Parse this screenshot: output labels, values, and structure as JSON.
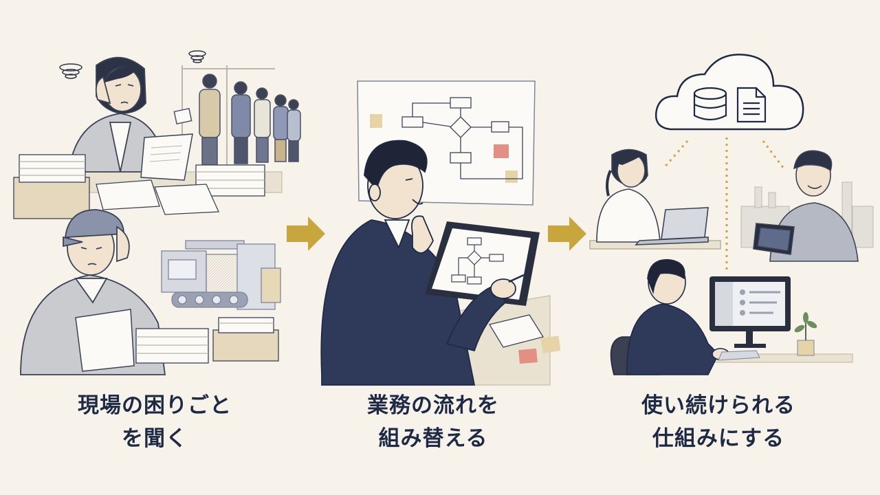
{
  "colors": {
    "background": "#f7f3ea",
    "navy": "#1e2a45",
    "ink": "#3a4256",
    "arrow_gold": "#c9a53e",
    "paper": "#fbfaf6",
    "shirt_gray": "#c9cbcf",
    "sticky_tan": "#e6d3a8",
    "sticky_red": "#e48f84"
  },
  "icons": [
    "stress-swirl-icon",
    "arrow-right-icon",
    "cloud-icon",
    "database-icon",
    "document-icon",
    "flowchart-icon",
    "plant-icon"
  ],
  "steps": [
    {
      "caption_line1": "現場の困りごと",
      "caption_line2": "を聞く"
    },
    {
      "caption_line1": "業務の流れを",
      "caption_line2": "組み替える"
    },
    {
      "caption_line1": "使い続けられる",
      "caption_line2": "仕組みにする"
    }
  ]
}
